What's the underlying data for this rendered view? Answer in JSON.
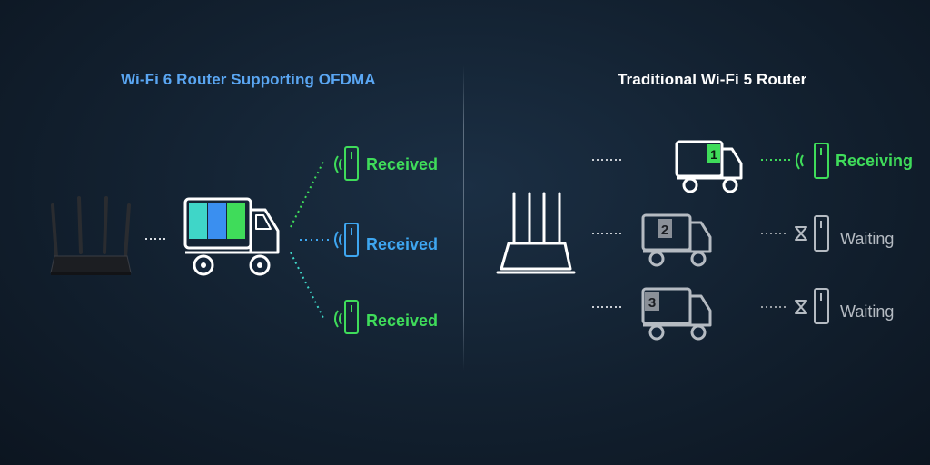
{
  "left_panel": {
    "title": "Wi-Fi 6 Router Supporting OFDMA",
    "devices": [
      {
        "status": "Received",
        "color": "#3fdc5a"
      },
      {
        "status": "Received",
        "color": "#3ea6f0"
      },
      {
        "status": "Received",
        "color": "#3fdc5a"
      }
    ]
  },
  "right_panel": {
    "title": "Traditional Wi-Fi 5 Router",
    "trucks": [
      {
        "number": "1",
        "status": "Receiving",
        "color": "#3fdc5a"
      },
      {
        "number": "2",
        "status": "Waiting",
        "color": "#b5bbc2"
      },
      {
        "number": "3",
        "status": "Waiting",
        "color": "#b5bbc2"
      }
    ]
  },
  "colors": {
    "green": "#3fdc5a",
    "blue": "#3ea6f0",
    "cyan": "#3fd6c8",
    "grey": "#b5bbc2",
    "white": "#ffffff"
  }
}
